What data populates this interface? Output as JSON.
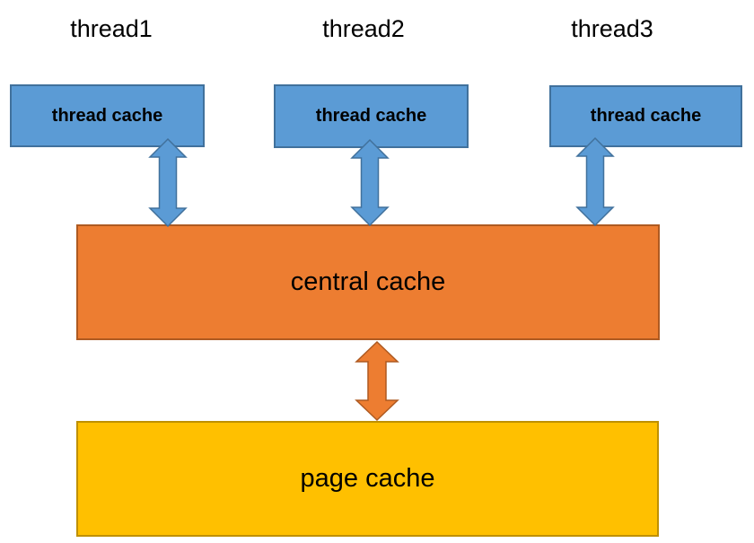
{
  "diagram": {
    "background": "#FFFFFF",
    "text_color": "#000000",
    "thread_labels": [
      {
        "label": "thread1"
      },
      {
        "label": "thread2"
      },
      {
        "label": "thread3"
      }
    ],
    "nodes": {
      "thread_cache_1": {
        "label": "thread cache",
        "fill": "#5B9BD5",
        "border": "#41719C"
      },
      "thread_cache_2": {
        "label": "thread cache",
        "fill": "#5B9BD5",
        "border": "#41719C"
      },
      "thread_cache_3": {
        "label": "thread cache",
        "fill": "#5B9BD5",
        "border": "#41719C"
      },
      "central_cache": {
        "label": "central cache",
        "fill": "#ED7D31",
        "border": "#AE5A21"
      },
      "page_cache": {
        "label": "page cache",
        "fill": "#FFC000",
        "border": "#BF9000"
      }
    },
    "connections": [
      {
        "from": "thread_cache_1",
        "to": "central_cache",
        "type": "double_arrow",
        "fill": "#5B9BD5",
        "border": "#41719C"
      },
      {
        "from": "thread_cache_2",
        "to": "central_cache",
        "type": "double_arrow",
        "fill": "#5B9BD5",
        "border": "#41719C"
      },
      {
        "from": "thread_cache_3",
        "to": "central_cache",
        "type": "double_arrow",
        "fill": "#5B9BD5",
        "border": "#41719C"
      },
      {
        "from": "central_cache",
        "to": "page_cache",
        "type": "double_arrow",
        "fill": "#ED7D31",
        "border": "#AE5A21"
      }
    ]
  }
}
